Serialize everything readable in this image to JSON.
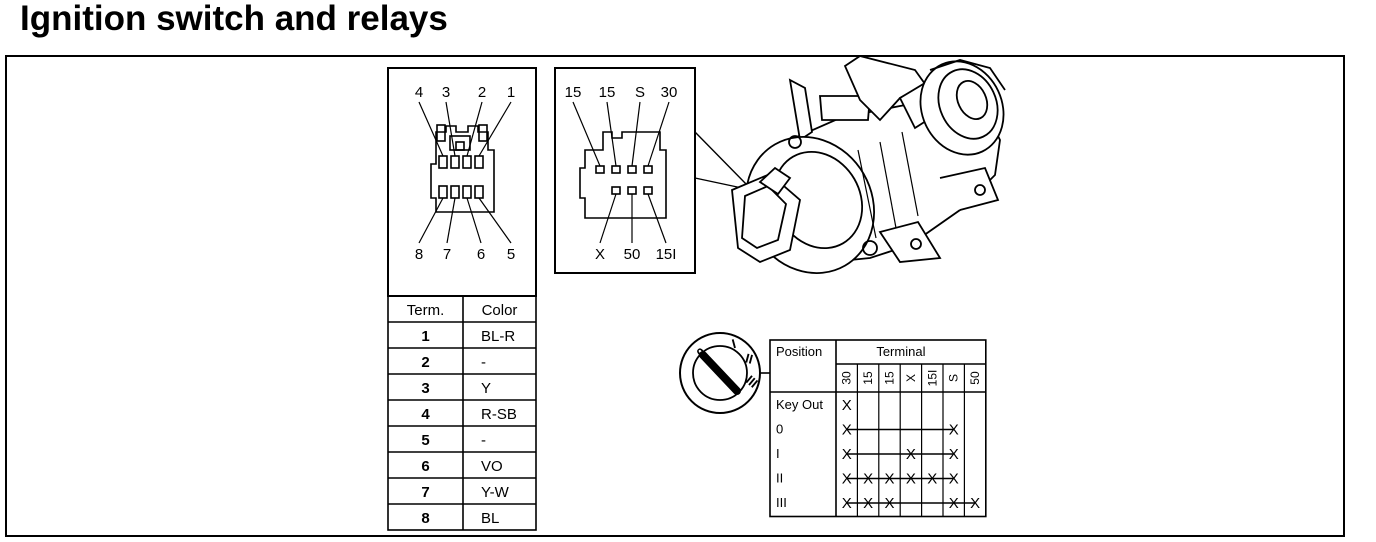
{
  "title": "Ignition switch and relays",
  "connector_left": {
    "top_pins": [
      "4",
      "3",
      "2",
      "1"
    ],
    "bottom_pins": [
      "8",
      "7",
      "6",
      "5"
    ]
  },
  "color_table": {
    "headers": [
      "Term.",
      "Color"
    ],
    "rows": [
      [
        "1",
        "BL-R"
      ],
      [
        "2",
        "-"
      ],
      [
        "3",
        "Y"
      ],
      [
        "4",
        "R-SB"
      ],
      [
        "5",
        "-"
      ],
      [
        "6",
        "VO"
      ],
      [
        "7",
        "Y-W"
      ],
      [
        "8",
        "BL"
      ]
    ]
  },
  "connector_right": {
    "top_pins": [
      "15",
      "15",
      "S",
      "30"
    ],
    "bottom_pins": [
      "X",
      "50",
      "15I"
    ]
  },
  "key_positions": [
    "0",
    "I",
    "II",
    "III"
  ],
  "position_table": {
    "position_header": "Position",
    "terminal_header": "Terminal",
    "terminals": [
      "30",
      "15",
      "15",
      "X",
      "15I",
      "S",
      "50"
    ],
    "rows": [
      {
        "label": "Key Out",
        "marks": [
          1,
          0,
          0,
          0,
          0,
          0,
          0
        ]
      },
      {
        "label": "0",
        "marks": [
          1,
          0,
          0,
          0,
          0,
          1,
          0
        ]
      },
      {
        "label": "I",
        "marks": [
          1,
          0,
          0,
          1,
          0,
          1,
          0
        ]
      },
      {
        "label": "II",
        "marks": [
          1,
          1,
          1,
          1,
          1,
          1,
          0
        ]
      },
      {
        "label": "III",
        "marks": [
          1,
          1,
          1,
          0,
          0,
          1,
          1
        ]
      }
    ],
    "mark_symbol": "X"
  },
  "colors": {
    "line": "#000000",
    "background": "#ffffff"
  }
}
